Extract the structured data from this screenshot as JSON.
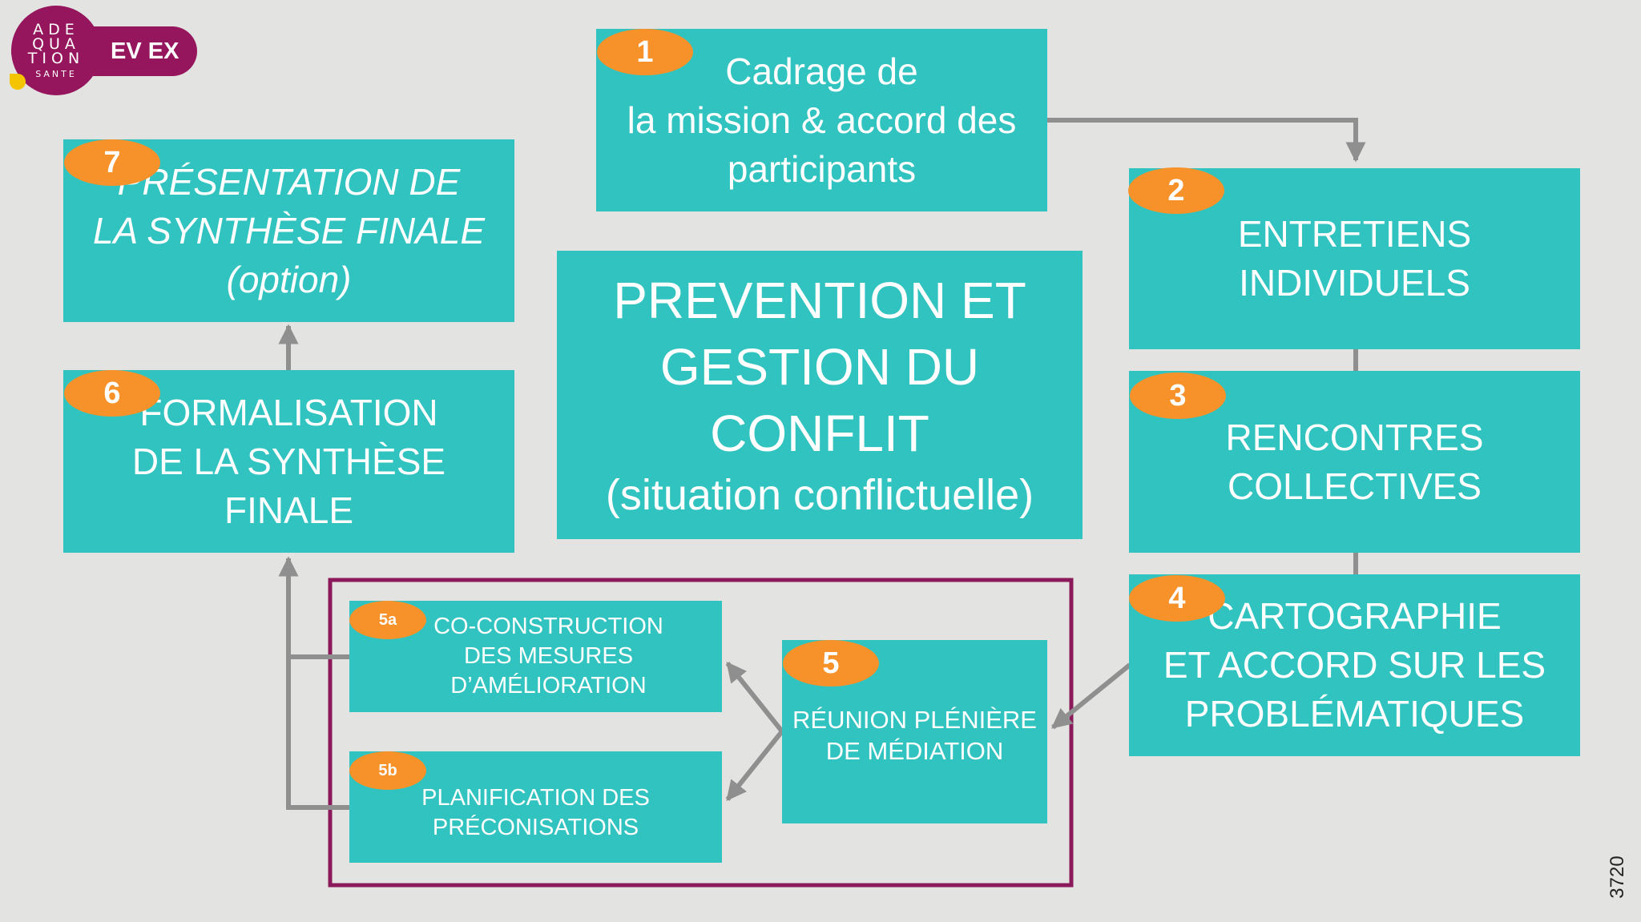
{
  "logo": {
    "brand_lines": [
      "ADE",
      "QUA",
      "TION"
    ],
    "brand_sub": "SANTE",
    "label": "EV EX"
  },
  "center": {
    "title": "PREVENTION ET\nGESTION DU\nCONFLIT",
    "subtitle": "(situation conflictuelle)"
  },
  "steps": {
    "s1": {
      "badge": "1",
      "text": "Cadrage de\nla mission & accord des\nparticipants"
    },
    "s2": {
      "badge": "2",
      "text": "ENTRETIENS\nINDIVIDUELS"
    },
    "s3": {
      "badge": "3",
      "text": "RENCONTRES\nCOLLECTIVES"
    },
    "s4": {
      "badge": "4",
      "text": "CARTOGRAPHIE\nET ACCORD SUR LES\nPROBLÉMATIQUES"
    },
    "s5": {
      "badge": "5",
      "text": "RÉUNION PLÉNIÈRE\nDE MÉDIATION"
    },
    "s5a": {
      "badge": "5a",
      "text": "CO-CONSTRUCTION\nDES MESURES\nD’AMÉLIORATION"
    },
    "s5b": {
      "badge": "5b",
      "text": "PLANIFICATION DES\nPRÉCONISATIONS"
    },
    "s6": {
      "badge": "6",
      "text": "FORMALISATION\nDE LA SYNTHÈSE\nFINALE"
    },
    "s7": {
      "badge": "7",
      "text": "PRÉSENTATION DE\nLA SYNTHÈSE FINALE\n(option)"
    }
  },
  "colors": {
    "box": "#31c3bf",
    "badge": "#f7922b",
    "frame": "#8b1a5a",
    "connector": "#8f8f8f",
    "background": "#e3e3e2",
    "brand": "#95165d"
  },
  "side_code": "3720"
}
